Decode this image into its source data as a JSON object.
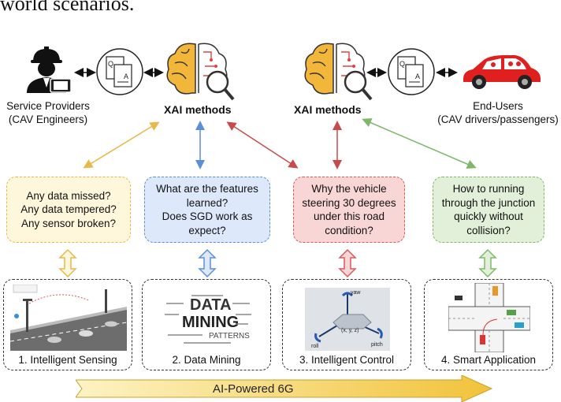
{
  "header": {
    "partial_text": "world scenarios."
  },
  "actors": {
    "service_providers": {
      "line1": "Service Providers",
      "line2": "(CAV Engineers)"
    },
    "end_users": {
      "line1": "End-Users",
      "line2": "(CAV drivers/passengers)"
    }
  },
  "xai": {
    "left_label": "XAI methods",
    "right_label": "XAI methods"
  },
  "questions": [
    {
      "text": "Any data missed?\nAny data tempered?\nAny sensor broken?",
      "border": "#e8b84a",
      "fill": "#fff7dc"
    },
    {
      "text": "What are the features\nlearned?\nDoes SGD work as\nexpect?",
      "border": "#5b8fd6",
      "fill": "#dde9fb"
    },
    {
      "text": "Why the vehicle\nsteering 30 degrees\nunder this road\ncondition?",
      "border": "#d65b5b",
      "fill": "#f9d6d6"
    },
    {
      "text": "How to running\nthrough the junction\nquickly without\ncollision?",
      "border": "#7fb86a",
      "fill": "#e2f0d9"
    }
  ],
  "stages": [
    {
      "label": "1. Intelligent Sensing",
      "icon": "road-sensing-image"
    },
    {
      "label": "2. Data Mining",
      "icon": "data-mining-wordcloud"
    },
    {
      "label": "3. Intelligent Control",
      "icon": "vehicle-axes-image"
    },
    {
      "label": "4. Smart Application",
      "icon": "junction-map-image"
    }
  ],
  "data_mining_words": {
    "word1": "DATA",
    "word2": "MINING",
    "word3": "PATTERNS"
  },
  "control_image": {
    "axis_top": "yaw",
    "axis_left": "roll",
    "axis_right": "pitch",
    "coords": "(x, y, z)"
  },
  "banner": {
    "text": "AI-Powered 6G"
  },
  "colors": {
    "yellow": "#e8b84a",
    "blue": "#5b8fd6",
    "red": "#d65b5b",
    "green": "#7fb86a"
  }
}
